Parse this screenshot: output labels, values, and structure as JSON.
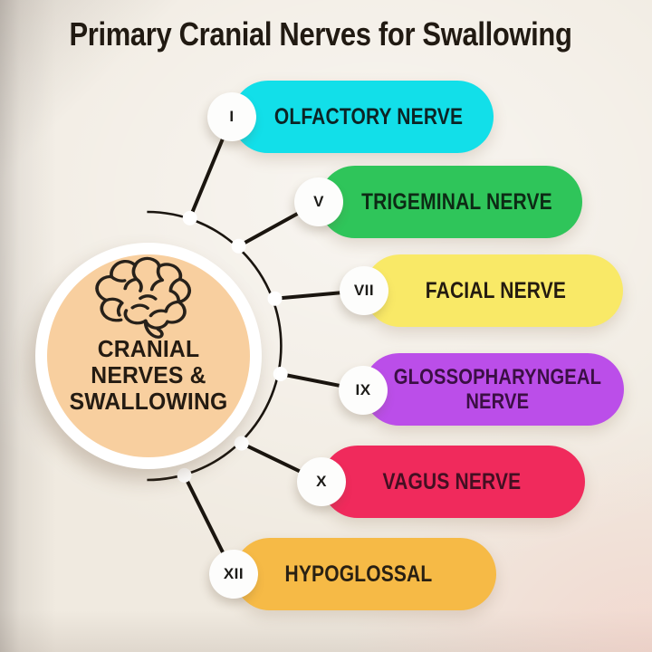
{
  "title": "Primary Cranial Nerves for Swallowing",
  "hub": {
    "line1": "CRANIAL",
    "line2": "NERVES &",
    "line3": "SWALLOWING",
    "icon": "brain-icon",
    "fill_color": "#f8cf9f",
    "ring_color": "#ffffff"
  },
  "connector_color": "#1a150f",
  "background_color": "#f0eae0",
  "nerves": [
    {
      "numeral": "I",
      "label": "OLFACTORY NERVE",
      "color": "#12dfe9",
      "text_color": "#0c2425"
    },
    {
      "numeral": "V",
      "label": "TRIGEMINAL NERVE",
      "color": "#2fc55a",
      "text_color": "#0d2a15"
    },
    {
      "numeral": "VII",
      "label": "FACIAL NERVE",
      "color": "#f9e967",
      "text_color": "#241b10"
    },
    {
      "numeral": "IX",
      "label": "GLOSSOPHARYNGEAL NERVE",
      "color": "#bb4ee9",
      "text_color": "#3b0f44"
    },
    {
      "numeral": "X",
      "label": "VAGUS NERVE",
      "color": "#f02a5c",
      "text_color": "#430f22"
    },
    {
      "numeral": "XII",
      "label": "HYPOGLOSSAL",
      "color": "#f6ba46",
      "text_color": "#292013"
    }
  ]
}
